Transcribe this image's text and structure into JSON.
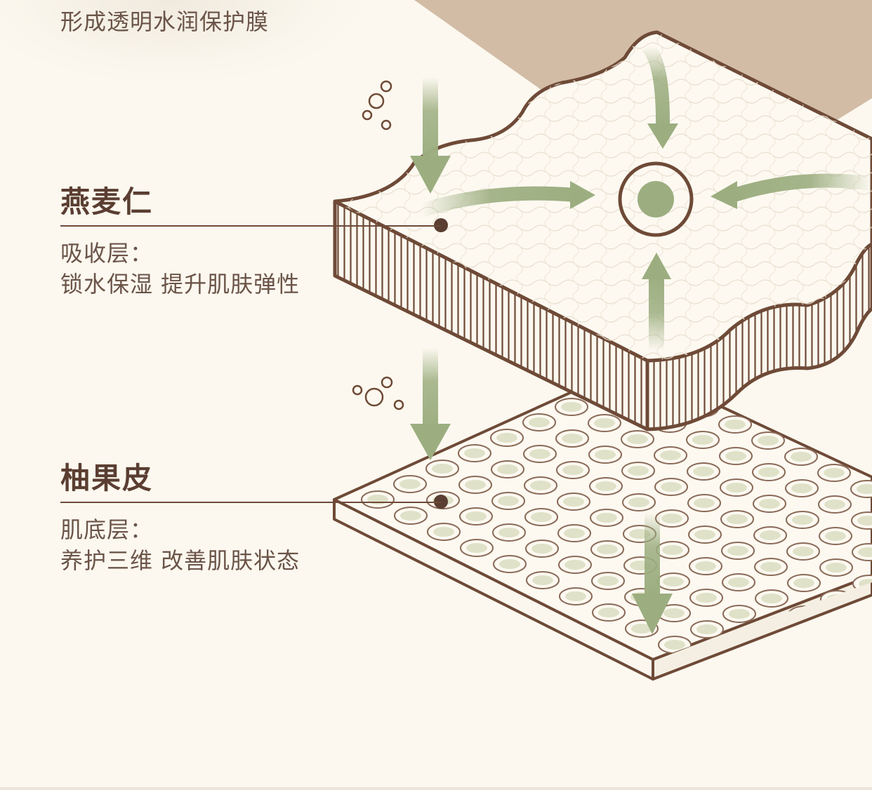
{
  "top_caption": "形成透明水润保护膜",
  "layers": [
    {
      "name": "燕麦仁",
      "type": "吸收层：",
      "desc": "锁水保湿  提升肌肤弹性"
    },
    {
      "name": "柚果皮",
      "type": "肌底层：",
      "desc": "养护三维  改善肌肤状态"
    }
  ],
  "colors": {
    "background": "#fcf8ef",
    "outline_brown": "#6e4a37",
    "arrow_green": "#9cae80",
    "shadow_tan": "#d2bca6",
    "cell_fill": "#dfe2c8"
  }
}
